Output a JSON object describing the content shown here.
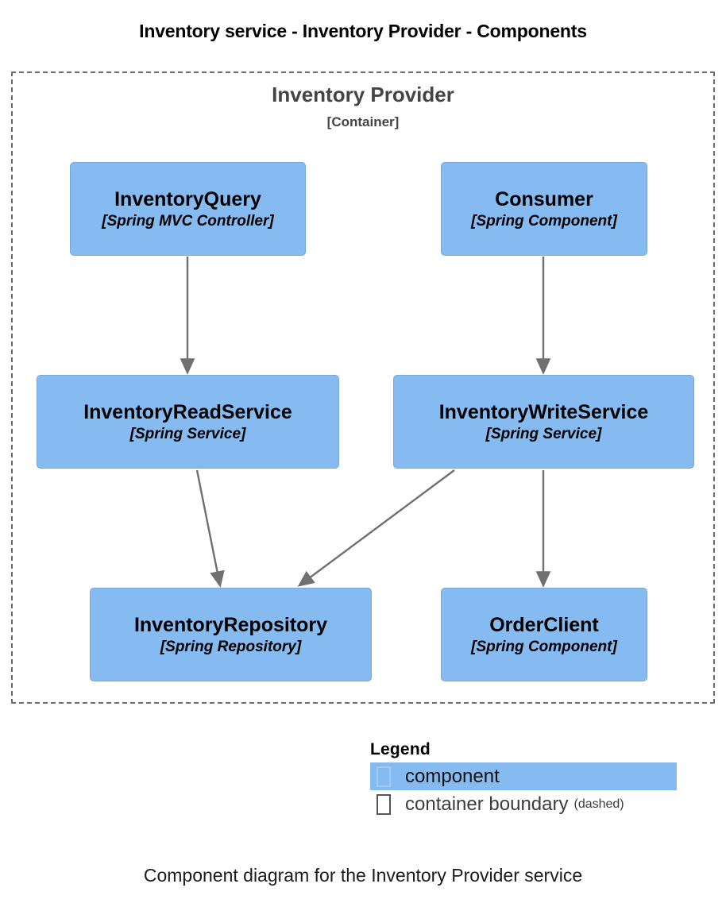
{
  "diagram": {
    "title": "Inventory service - Inventory Provider - Components",
    "caption": "Component diagram for the Inventory Provider service",
    "container": {
      "name": "Inventory Provider",
      "type": "[Container]"
    },
    "components": [
      {
        "id": "inventoryquery",
        "name": "InventoryQuery",
        "tech": "[Spring MVC Controller]"
      },
      {
        "id": "consumer",
        "name": "Consumer",
        "tech": "[Spring Component]"
      },
      {
        "id": "inventoryreadservice",
        "name": "InventoryReadService",
        "tech": "[Spring Service]"
      },
      {
        "id": "inventorywriteservice",
        "name": "InventoryWriteService",
        "tech": "[Spring Service]"
      },
      {
        "id": "inventoryrepository",
        "name": "InventoryRepository",
        "tech": "[Spring Repository]"
      },
      {
        "id": "orderclient",
        "name": "OrderClient",
        "tech": "[Spring Component]"
      }
    ],
    "relationships": [
      {
        "from": "InventoryQuery",
        "to": "InventoryReadService"
      },
      {
        "from": "Consumer",
        "to": "InventoryWriteService"
      },
      {
        "from": "InventoryReadService",
        "to": "InventoryRepository"
      },
      {
        "from": "InventoryWriteService",
        "to": "InventoryRepository"
      },
      {
        "from": "InventoryWriteService",
        "to": "OrderClient"
      }
    ],
    "legend": {
      "title": "Legend",
      "items": [
        {
          "glyph": "missing-glyph-box",
          "label": "component",
          "note": ""
        },
        {
          "glyph": "missing-glyph-box",
          "label": "container boundary",
          "note": "(dashed)"
        }
      ]
    },
    "colors": {
      "component_fill": "#85bbf0",
      "component_stroke": "#78a8d8",
      "boundary_stroke": "#6b6b6b",
      "arrow": "#707070",
      "container_label": "#444444",
      "background": "#ffffff"
    }
  }
}
